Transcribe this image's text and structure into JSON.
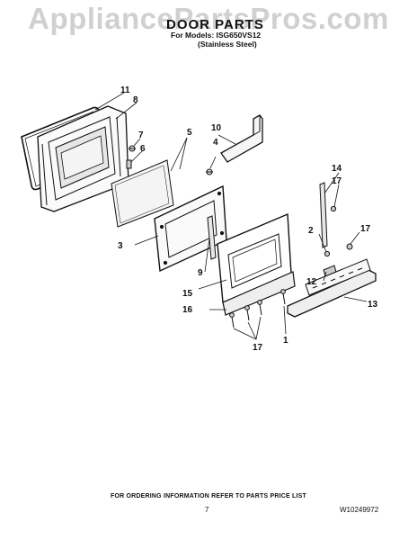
{
  "watermark": "AppliancePartsPros.com",
  "header": {
    "title": "DOOR PARTS",
    "models_line": "For Models: ISG650VS12",
    "variant_line": "(Stainless Steel)"
  },
  "callouts": {
    "c1": "1",
    "c2": "2",
    "c3": "3",
    "c4": "4",
    "c5": "5",
    "c6": "6",
    "c7": "7",
    "c8": "8",
    "c9": "9",
    "c10": "10",
    "c11": "11",
    "c12": "12",
    "c13": "13",
    "c14": "14",
    "c15": "15",
    "c16": "16",
    "c17a": "17",
    "c17b": "17",
    "c17c": "17"
  },
  "footer": {
    "note": "FOR ORDERING INFORMATION REFER TO PARTS PRICE LIST",
    "page": "7",
    "doc_number": "W10249972"
  }
}
